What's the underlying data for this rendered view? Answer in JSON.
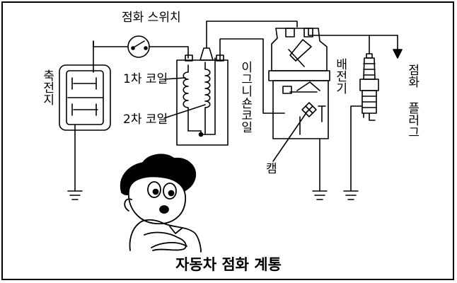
{
  "diagram": {
    "title": "자동차 점화 계통",
    "labels": {
      "ignition_switch": "점화 스위치",
      "battery": "축전지",
      "primary_coil": "1차 코일",
      "secondary_coil": "2차 코일",
      "ignition_coil": "이그니숀코일",
      "distributor": "배전기",
      "spark_plug": "점화 플러그",
      "cam": "캠"
    }
  }
}
